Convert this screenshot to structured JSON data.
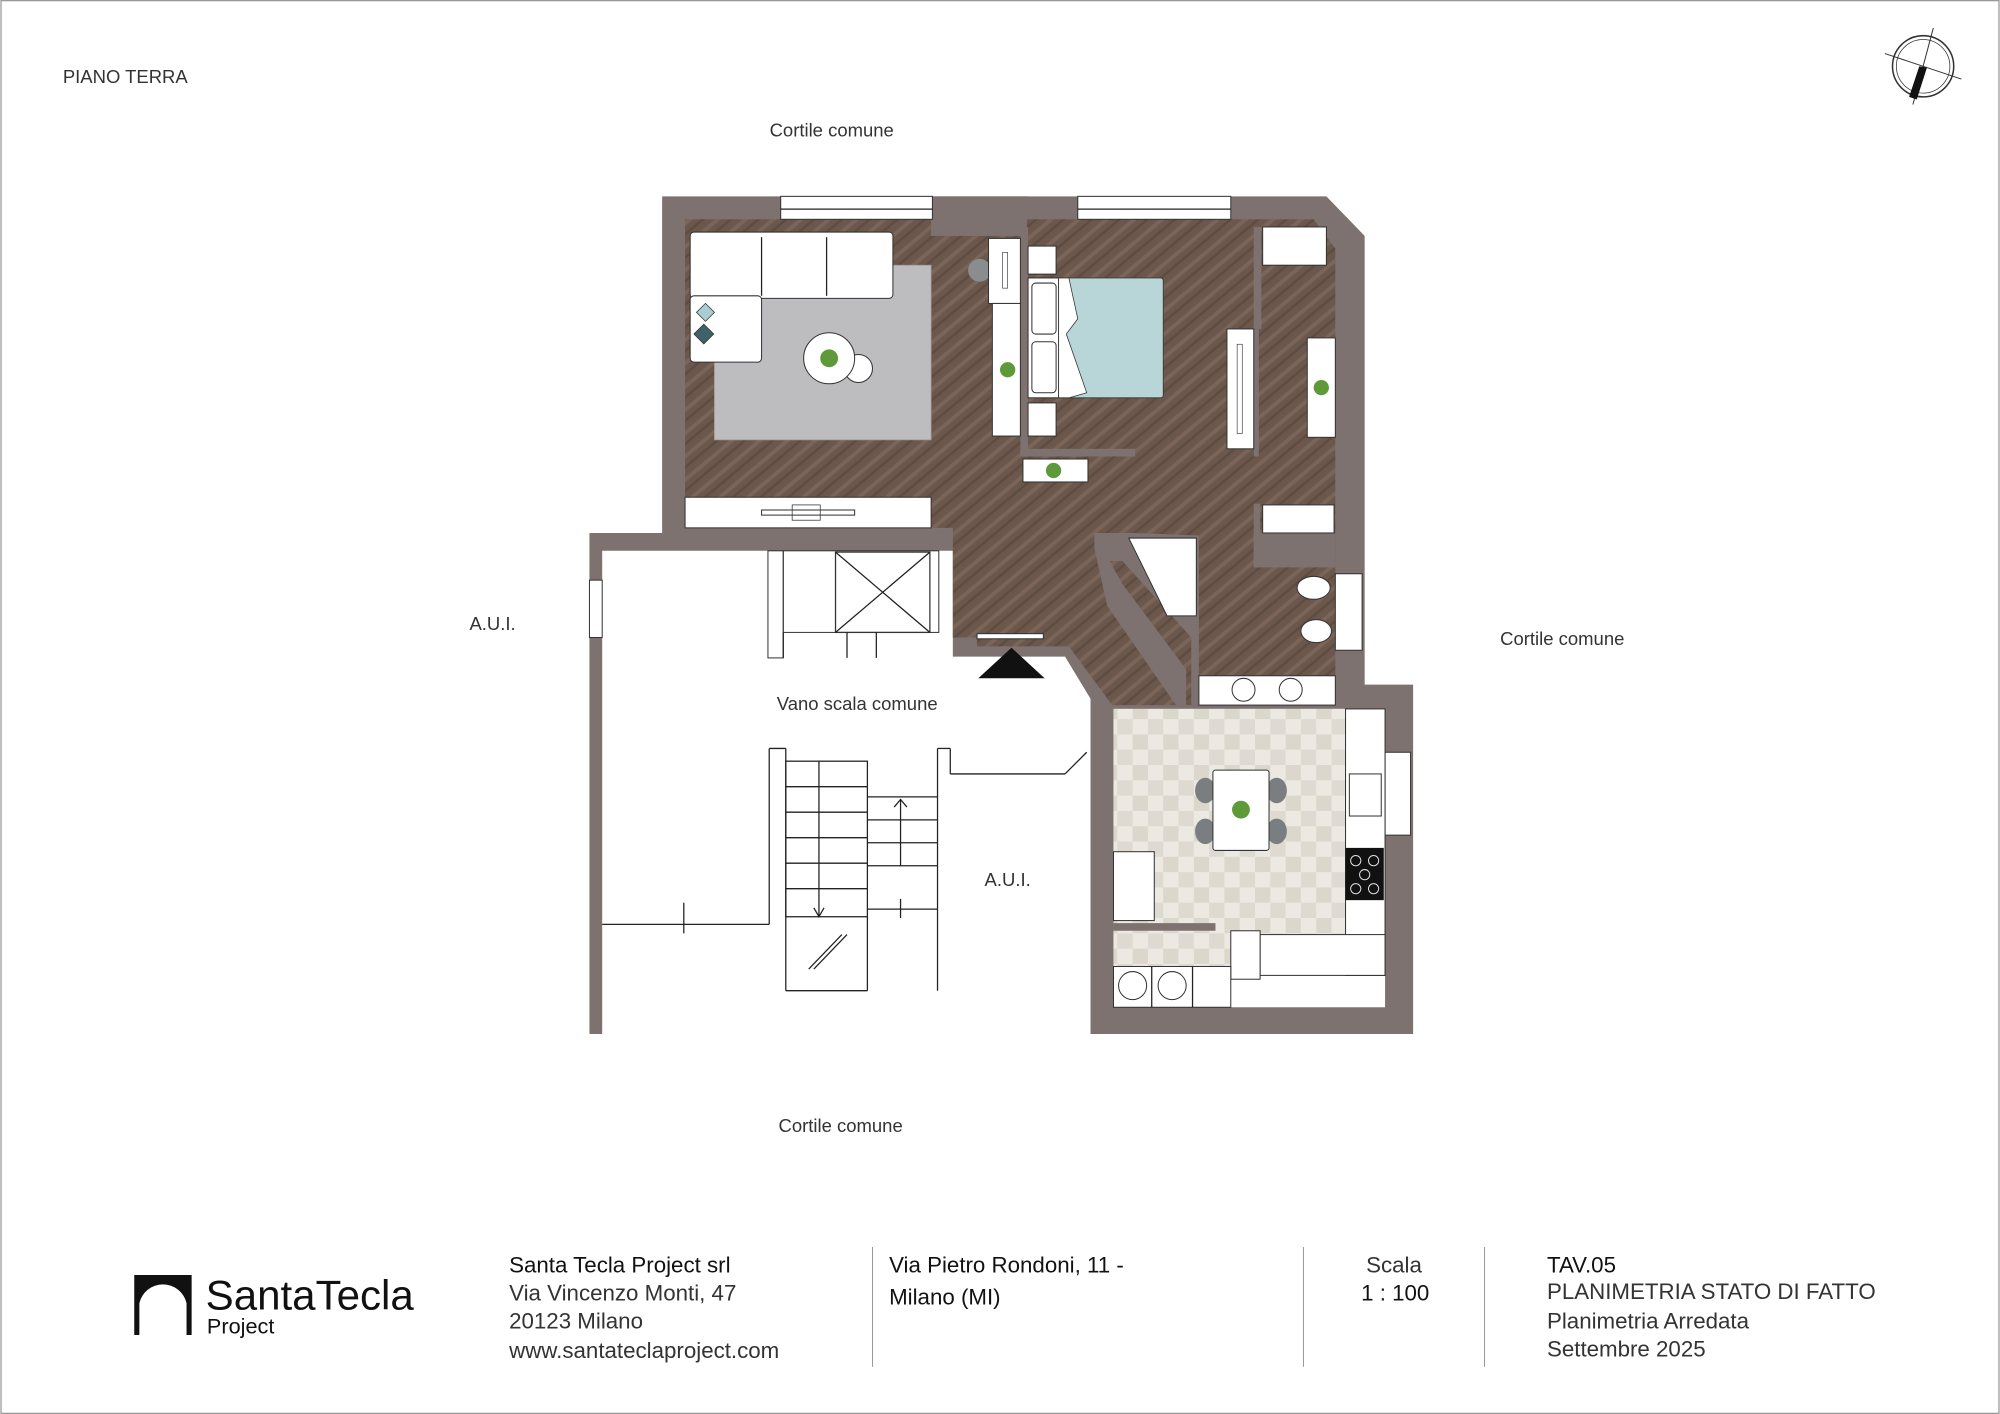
{
  "sheet": {
    "floor_label": "PIANO TERRA",
    "labels": {
      "cortile_top": "Cortile comune",
      "aui_left": "A.U.I.",
      "cortile_right": "Cortile comune",
      "vano_scala": "Vano scala comune",
      "aui_center": "A.U.I.",
      "cortile_bottom": "Cortile comune"
    }
  },
  "footer": {
    "logo": {
      "name": "SantaTecla",
      "sub": "Project"
    },
    "company": [
      "Santa Tecla Project srl",
      "Via Vincenzo Monti, 47",
      "20123 Milano",
      "www.santateclaproject.com"
    ],
    "site_address": [
      "Via Pietro Rondoni, 11 -",
      "Milano (MI)"
    ],
    "scale": {
      "label": "Scala",
      "value": "1 : 100"
    },
    "drawing": [
      "TAV.05",
      "PLANIMETRIA STATO DI FATTO",
      "Planimetria Arredata",
      "Settembre 2025"
    ]
  },
  "colors": {
    "wall": "#7d7270",
    "wood": "#6b574b",
    "tile": "#e8e4dc",
    "bed": "#b8d5d8",
    "rug": "#bdbdbf"
  }
}
